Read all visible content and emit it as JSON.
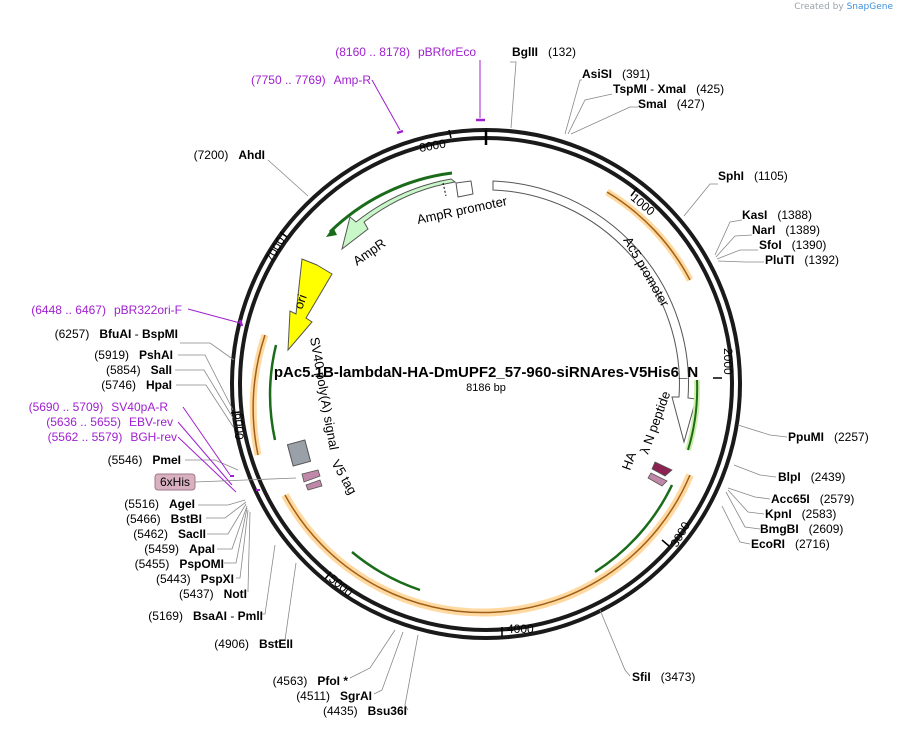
{
  "credit": {
    "prefix": "Created by",
    "brand": "SnapGene"
  },
  "plasmid": {
    "name": "pAc5.1B-lambdaN-HA-DmUPF2_57-960-siRNAres-V5His6_N",
    "size_label": "8186 bp",
    "length": 8186
  },
  "colors": {
    "enzyme": "#000000",
    "primer": "#a020d0",
    "ampr": "#c8f7c8",
    "ori": "#ffff00",
    "orf_orange": "#ffb347",
    "orf_green": "#99dd66",
    "arrow_dark_green": "#1a6b1a",
    "tag_magenta": "#8b2252",
    "v5": "#c088a8",
    "sv40pa": "#9aa0a8",
    "his_box": "#d8b0c0"
  },
  "ticks": [
    "1000",
    "2000",
    "3000",
    "4000",
    "5000",
    "6000",
    "7000",
    "8000"
  ],
  "features": {
    "ampr_promoter": "AmpR promoter",
    "ac5_promoter": "Ac5 promoter",
    "ampr": "AmpR",
    "ori": "ori",
    "sv40_polya": "SV40 poly(A) signal",
    "v5_tag": "V5 tag",
    "ha": "HA",
    "lambda_n": "λ N peptide",
    "his_tag": "6xHis"
  },
  "enzymes_right": [
    {
      "name": "BglII",
      "pos": "(132)"
    },
    {
      "name": "AsiSI",
      "pos": "(391)"
    },
    {
      "name": "TspMI",
      "name2": "XmaI",
      "pos": "(425)"
    },
    {
      "name": "SmaI",
      "pos": "(427)"
    },
    {
      "name": "SphI",
      "pos": "(1105)"
    },
    {
      "name": "KasI",
      "pos": "(1388)"
    },
    {
      "name": "NarI",
      "pos": "(1389)"
    },
    {
      "name": "SfoI",
      "pos": "(1390)"
    },
    {
      "name": "PluTI",
      "pos": "(1392)"
    },
    {
      "name": "PpuMI",
      "pos": "(2257)"
    },
    {
      "name": "BlpI",
      "pos": "(2439)"
    },
    {
      "name": "Acc65I",
      "pos": "(2579)"
    },
    {
      "name": "KpnI",
      "pos": "(2583)"
    },
    {
      "name": "BmgBI",
      "pos": "(2609)"
    },
    {
      "name": "EcoRI",
      "pos": "(2716)"
    },
    {
      "name": "SfiI",
      "pos": "(3473)"
    }
  ],
  "enzymes_left": [
    {
      "name": "AhdI",
      "pos": "(7200)"
    },
    {
      "name": "BfuAI",
      "name2": "BspMI",
      "pos": "(6257)"
    },
    {
      "name": "PshAI",
      "pos": "(5919)"
    },
    {
      "name": "SalI",
      "pos": "(5854)"
    },
    {
      "name": "HpaI",
      "pos": "(5746)"
    },
    {
      "name": "PmeI",
      "pos": "(5546)"
    },
    {
      "name": "AgeI",
      "pos": "(5516)"
    },
    {
      "name": "BstBI",
      "pos": "(5466)"
    },
    {
      "name": "SacII",
      "pos": "(5462)"
    },
    {
      "name": "ApaI",
      "pos": "(5459)"
    },
    {
      "name": "PspOMI",
      "pos": "(5455)"
    },
    {
      "name": "PspXI",
      "pos": "(5443)"
    },
    {
      "name": "NotI",
      "pos": "(5437)"
    },
    {
      "name": "BsaAI",
      "name2": "PmlI",
      "pos": "(5169)"
    },
    {
      "name": "BstEII",
      "pos": "(4906)"
    },
    {
      "name": "PfoI *",
      "pos": "(4563)"
    },
    {
      "name": "SgrAI",
      "pos": "(4511)"
    },
    {
      "name": "Bsu36I",
      "pos": "(4435)"
    }
  ],
  "primers": [
    {
      "name": "pBRforEco",
      "range": "(8160 .. 8178)"
    },
    {
      "name": "Amp-R",
      "range": "(7750 .. 7769)"
    },
    {
      "name": "pBR322ori-F",
      "range": "(6448 .. 6467)"
    },
    {
      "name": "SV40pA-R",
      "range": "(5690 .. 5709)"
    },
    {
      "name": "EBV-rev",
      "range": "(5636 .. 5655)"
    },
    {
      "name": "BGH-rev",
      "range": "(5562 .. 5579)"
    }
  ]
}
